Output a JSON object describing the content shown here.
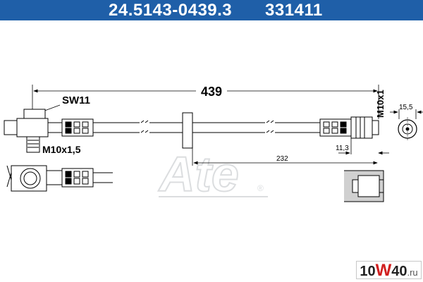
{
  "header": {
    "part_number": "24.5143-0439.3",
    "ref_number": "331411",
    "background": "#1f5fa8"
  },
  "dimensions": {
    "overall_length": "439",
    "wrench_size": "SW11",
    "thread_left": "M10x1,5",
    "thread_right": "M10x1",
    "fitting_diameter": "15,5",
    "end_offset": "11,3",
    "bracket_distance": "232"
  },
  "brand_logo": {
    "text": "Ate",
    "suffix": "®"
  },
  "watermark": {
    "prefix": "10",
    "w": "W",
    "number": "40",
    "suffix": ".ru"
  }
}
